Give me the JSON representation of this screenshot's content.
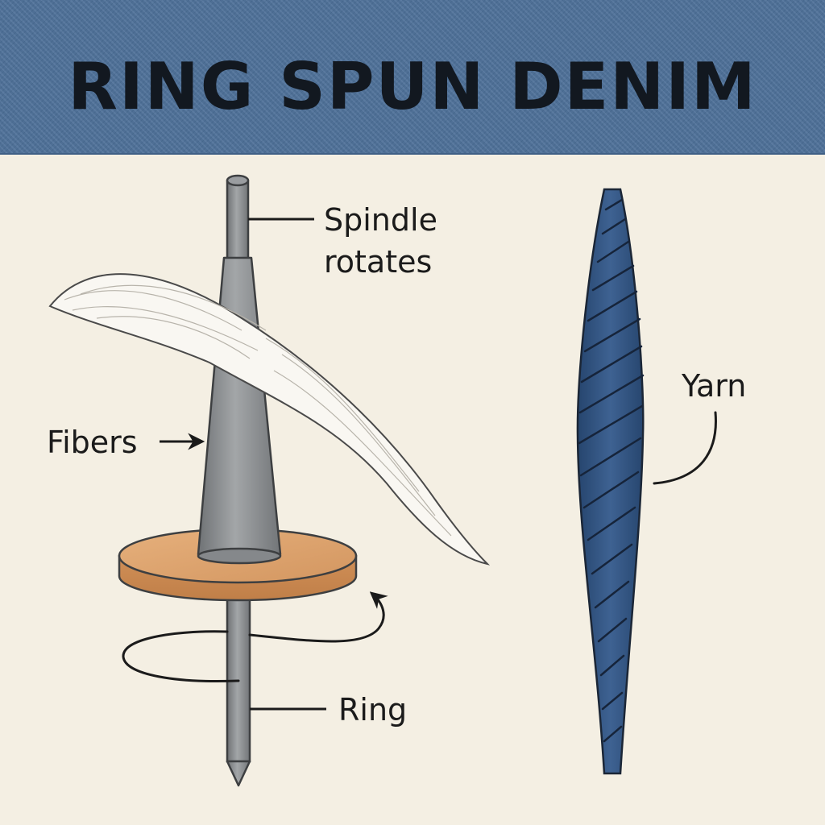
{
  "title": "RING SPUN DENIM",
  "labels": {
    "spindle_line1": "Spindle",
    "spindle_line2": "rotates",
    "fibers": "Fibers",
    "ring": "Ring",
    "yarn": "Yarn"
  },
  "colors": {
    "header_blue": "#4c6f98",
    "background_cream": "#f4efe3",
    "spindle_gray": "#8c8f92",
    "ring_tan": "#d9a06a",
    "yarn_blue": "#33557f",
    "fiber_white": "#f7f4ee"
  },
  "icons": {
    "rotation": "rotation-arrow-icon",
    "pointer": "arrow-right-icon"
  }
}
